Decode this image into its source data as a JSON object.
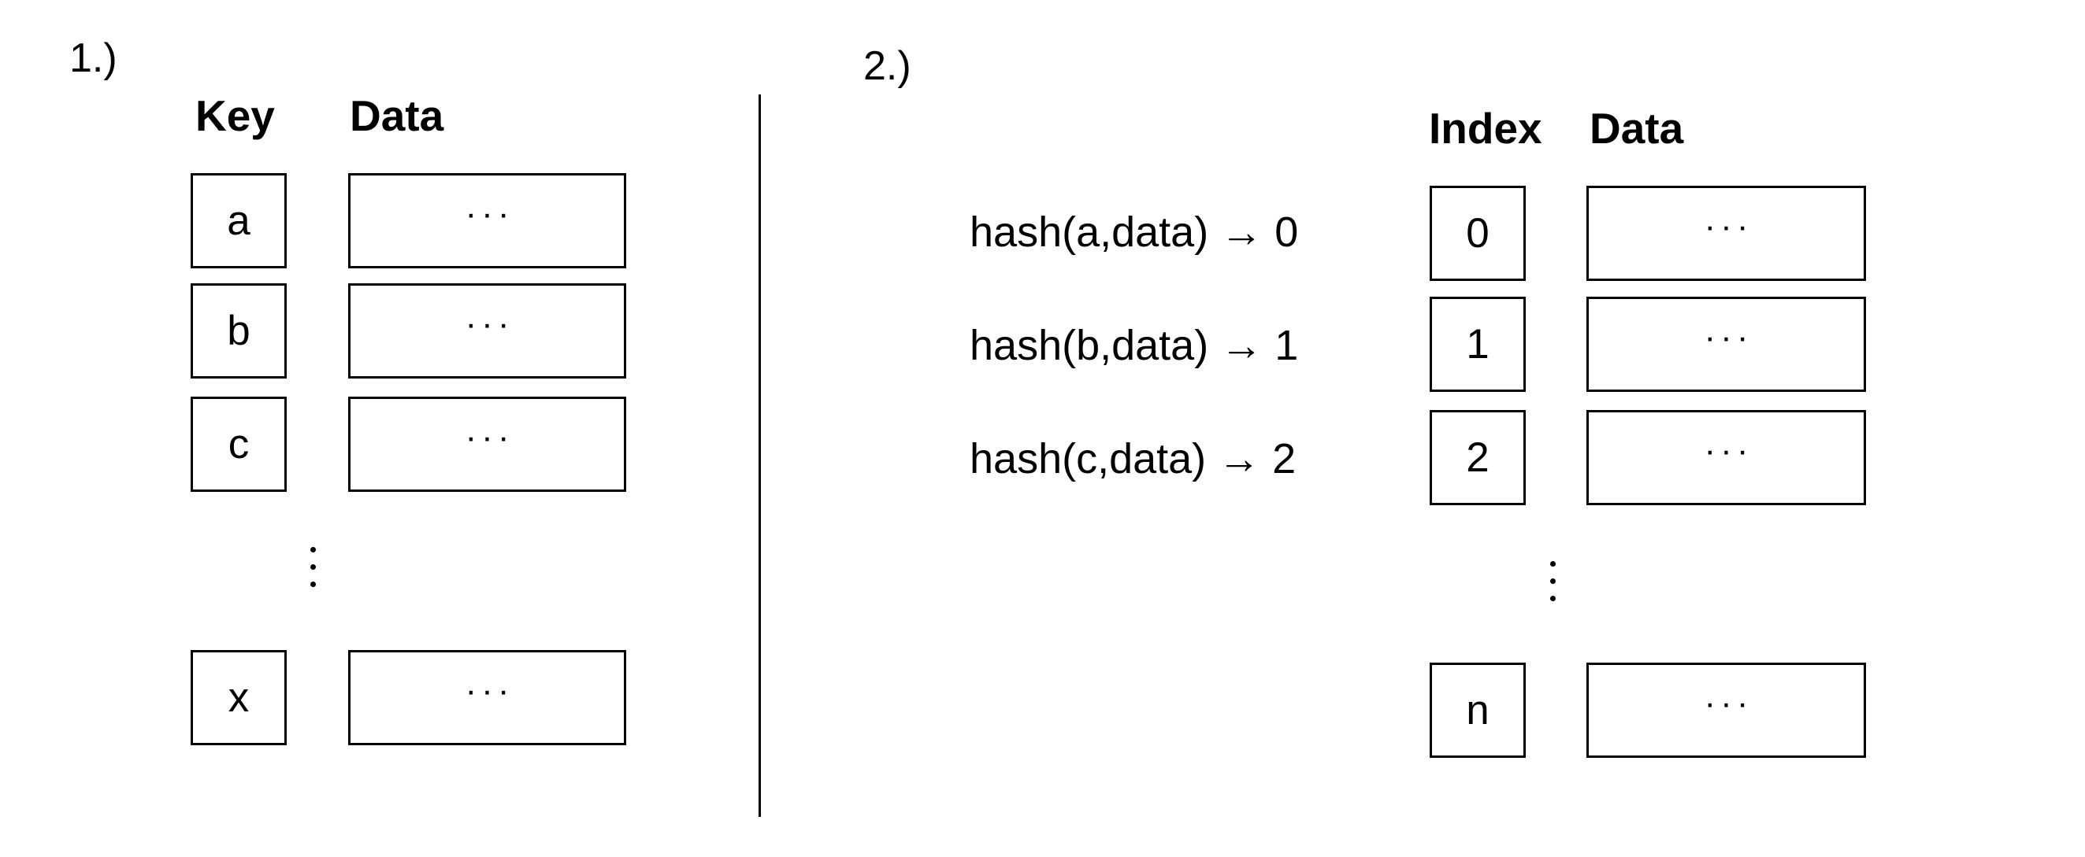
{
  "panel1": {
    "label": "1.)",
    "key_header": "Key",
    "data_header": "Data",
    "rows": [
      {
        "key": "a",
        "data": "···"
      },
      {
        "key": "b",
        "data": "···"
      },
      {
        "key": "c",
        "data": "···"
      },
      {
        "key": "x",
        "data": "···"
      }
    ]
  },
  "panel2": {
    "label": "2.)",
    "index_header": "Index",
    "data_header": "Data",
    "hash_labels": [
      "hash(a,data) → 0",
      "hash(b,data) → 1",
      "hash(c,data) → 2"
    ],
    "rows": [
      {
        "index": "0",
        "data": "···"
      },
      {
        "index": "1",
        "data": "···"
      },
      {
        "index": "2",
        "data": "···"
      },
      {
        "index": "n",
        "data": "···"
      }
    ]
  }
}
